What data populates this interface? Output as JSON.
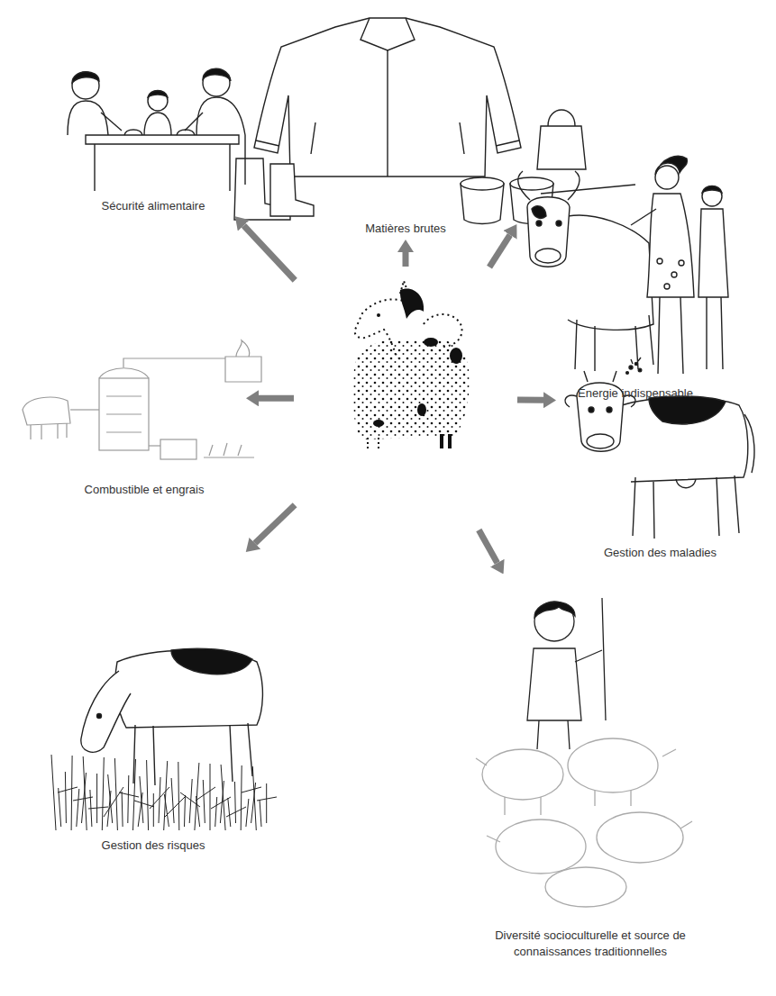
{
  "diagram": {
    "nodes": [
      {
        "text": []
      },
      {
        "text": [
          "Matières brutes"
        ]
      },
      {
        "text": [
          "Sécurité alimentaire"
        ]
      },
      {
        "text": [
          "Énergie indispensable"
        ]
      },
      {
        "text": [
          "Combustible et engrais"
        ]
      },
      {
        "text": [
          "Gestion des maladies"
        ]
      },
      {
        "text": [
          "Gestion des risques"
        ]
      },
      {
        "text": [
          "Diversité socioculturelle et source de connaissances traditionnelles"
        ]
      }
    ],
    "edges": [
      {
        "from": 0,
        "to": 1,
        "arrow": "to"
      },
      {
        "from": 0,
        "to": 2,
        "arrow": "to"
      },
      {
        "from": 0,
        "to": 3,
        "arrow": "to"
      },
      {
        "from": 0,
        "to": 4,
        "arrow": "to"
      },
      {
        "from": 0,
        "to": 5,
        "arrow": "to"
      },
      {
        "from": 0,
        "to": 6,
        "arrow": "to"
      },
      {
        "from": 0,
        "to": 7,
        "arrow": "to"
      }
    ]
  }
}
